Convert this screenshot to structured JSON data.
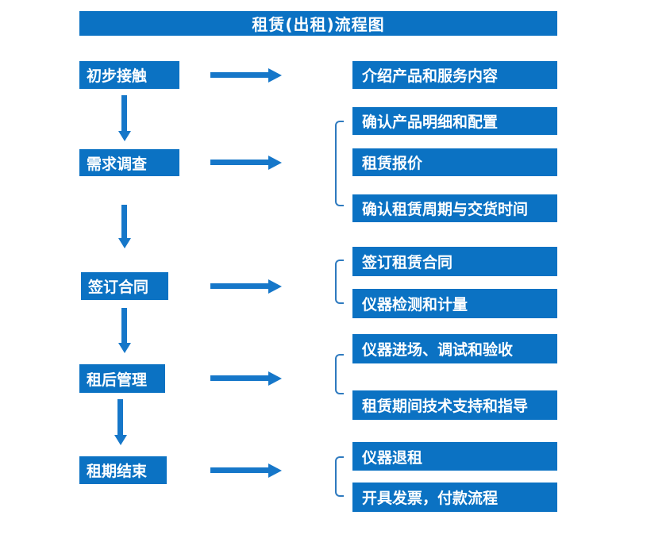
{
  "title": "租赁(出租)流程图",
  "colors": {
    "box_blue": "#0b72c3",
    "arrow_blue": "#1677c9",
    "bracket_blue": "#2e7abf",
    "text_white": "#ffffff"
  },
  "steps": [
    {
      "label": "初步接触",
      "details": [
        "介绍产品和服务内容"
      ]
    },
    {
      "label": "需求调查",
      "details": [
        "确认产品明细和配置",
        "租赁报价",
        "确认租赁周期与交货时间"
      ]
    },
    {
      "label": "签订合同",
      "details": [
        "签订租赁合同",
        "仪器检测和计量"
      ]
    },
    {
      "label": "租后管理",
      "details": [
        "仪器进场、调试和验收",
        "租赁期间技术支持和指导"
      ]
    },
    {
      "label": "租期结束",
      "details": [
        "仪器退租",
        "开具发票，付款流程"
      ]
    }
  ]
}
